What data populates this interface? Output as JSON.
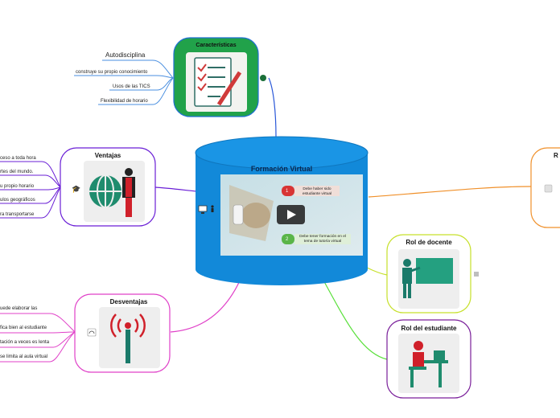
{
  "central": {
    "title": "Formación Virtual",
    "video_caption": "",
    "slide_items": [
      {
        "num": "1",
        "text": "Debe haber sido estudiante virtual"
      },
      {
        "num": "2",
        "text": "Debe tener formación en el tema de tutoría virtual"
      }
    ],
    "color": "#1289d9"
  },
  "caracteristicas": {
    "title": "Características",
    "items": [
      "Autodisciplina",
      "construye su propio conocimiento",
      "Usos de las TICS",
      "Flexibilidad de horario"
    ],
    "color": "#21a24a"
  },
  "ventajas": {
    "title": "Ventajas",
    "items": [
      "ceso a toda hora",
      "rtes del mundo.",
      "u propio horario",
      "ulos geográficos",
      "ra transportarse"
    ],
    "color": "#6a1fd6"
  },
  "desventajas": {
    "title": "Desventajas",
    "items": [
      "uede elaborar las",
      "fica bien al estudiante",
      "tación a veces es lenta",
      "se limita al aula virtual"
    ],
    "color": "#e040c8"
  },
  "rol_docente": {
    "title": "Rol de docente",
    "color": "#c6e02a"
  },
  "rol_estudiante": {
    "title": "Rol del estudiante",
    "color": "#7a1f9a"
  },
  "partial_right": {
    "title": "R",
    "color": "#f0902a"
  }
}
